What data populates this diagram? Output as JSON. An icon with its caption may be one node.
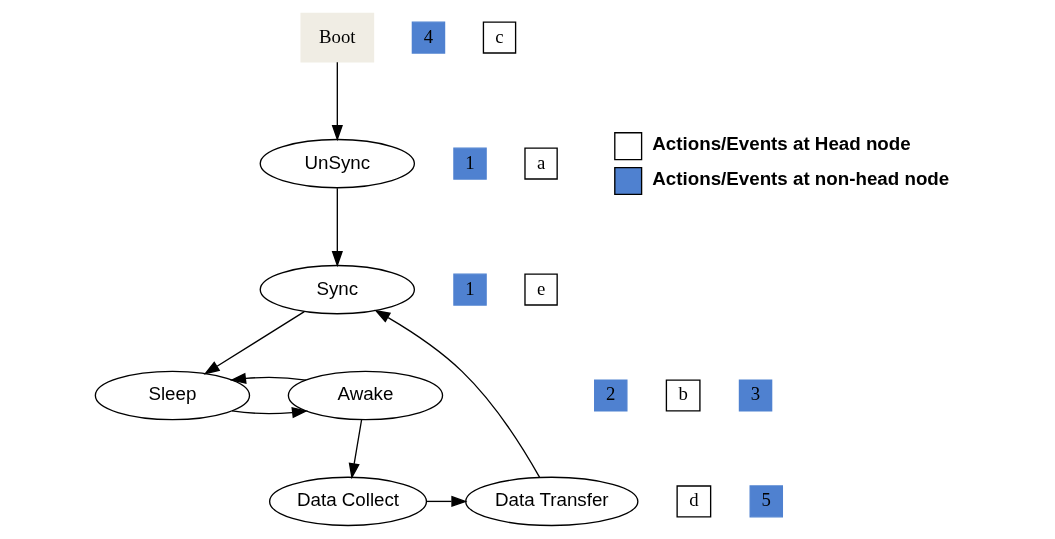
{
  "diagram": {
    "nodes": [
      {
        "text": [
          "Boot"
        ]
      },
      {
        "text": [
          "UnSync"
        ]
      },
      {
        "text": [
          "1"
        ]
      },
      {
        "text": [
          "a"
        ]
      },
      {
        "text": [
          "Sync"
        ]
      },
      {
        "text": [
          "1"
        ]
      },
      {
        "text": [
          "e"
        ]
      },
      {
        "text": [
          "2"
        ]
      },
      {
        "text": [
          "b"
        ]
      },
      {
        "text": [
          "Sleep"
        ]
      },
      {
        "text": [
          "Awake"
        ]
      },
      {
        "text": [
          "3"
        ]
      },
      {
        "text": [
          "4"
        ]
      },
      {
        "text": [
          "c"
        ]
      },
      {
        "text": [
          "d"
        ]
      },
      {
        "text": [
          "Data Collect"
        ]
      },
      {
        "text": [
          "Data Transfer"
        ]
      },
      {
        "text": [
          "5"
        ]
      }
    ],
    "edges": [
      {
        "from": 0,
        "to": 1,
        "arrow": "to"
      },
      {
        "from": 1,
        "to": 4,
        "arrow": "to"
      },
      {
        "from": 4,
        "to": 9,
        "arrow": "to"
      },
      {
        "from": 9,
        "to": 10,
        "arrow": "to"
      },
      {
        "from": 10,
        "to": 9,
        "arrow": "to"
      },
      {
        "from": 10,
        "to": 15,
        "arrow": "to"
      },
      {
        "from": 15,
        "to": 16,
        "arrow": "to"
      },
      {
        "from": 16,
        "to": 4,
        "arrow": "to"
      }
    ],
    "legend": [
      {
        "text": "Actions/Events at Head node",
        "color": "#ffffff"
      },
      {
        "text": "Actions/Events at non-head node",
        "color": "#4f81d0"
      }
    ]
  }
}
